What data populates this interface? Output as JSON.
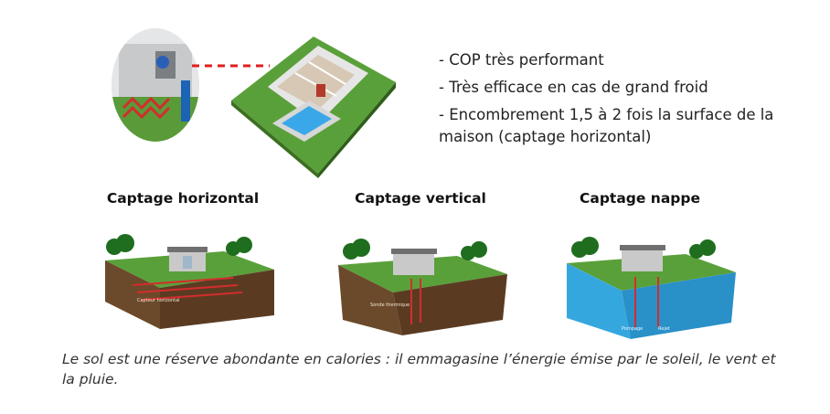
{
  "hero": {
    "bullets": [
      "- COP très performant",
      "- Très efficace en cas de grand froid",
      "- Encombrement 1,5 à 2 fois la surface de la maison (captage horizontal)"
    ]
  },
  "diagrams": [
    {
      "title": "Captage horizontal",
      "label": "Capteur horizontal"
    },
    {
      "title": "Captage vertical",
      "label": "Sonde thermique"
    },
    {
      "title": "Captage nappe",
      "label_1": "Pompage",
      "label_2": "Rejet"
    }
  ],
  "footer": {
    "text": "Le sol est une réserve abondante en calories : il emmagasine l’énergie émise par le soleil, le vent et la pluie."
  },
  "colors": {
    "grass": "#4c8f2b",
    "soil": "#6b4a2b",
    "soil_dark": "#5a3b22",
    "water": "#35a7df",
    "pipe_red": "#d32d2d"
  }
}
